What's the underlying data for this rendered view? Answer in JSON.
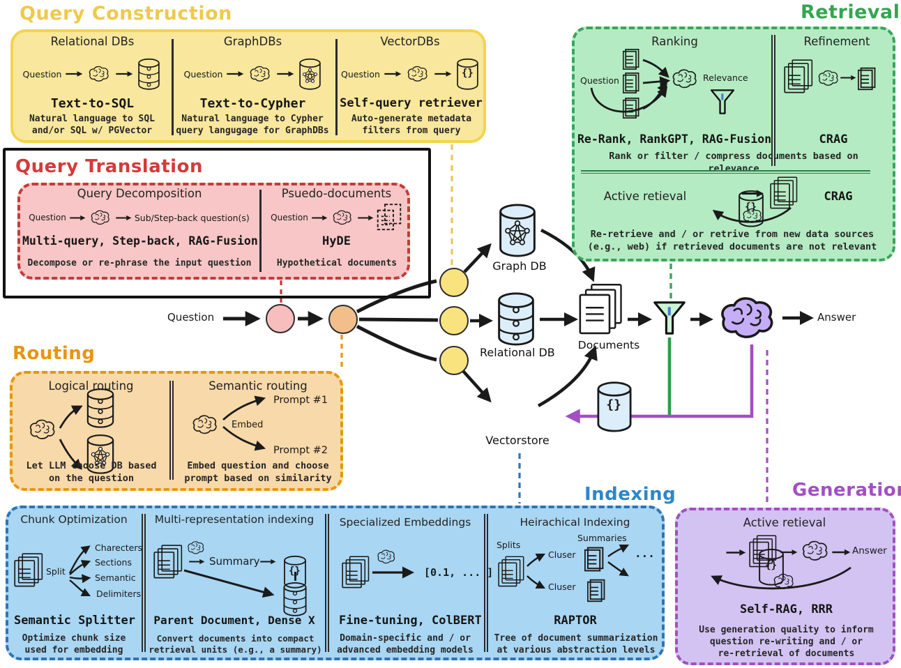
{
  "palette": {
    "yellow_title": "#EFC94C",
    "red_title": "#D63939",
    "orange_title": "#E8950F",
    "green_title": "#35A552",
    "blue_title": "#2E86C9",
    "purple_title": "#A34FC4",
    "yellow_fill": "#F8E79C",
    "red_fill": "#F8C6C6",
    "orange_fill": "#F8D9A9",
    "green_fill": "#B4EBC3",
    "blue_fill": "#A9D6F2",
    "purple_fill": "#D2C3F2",
    "pink_node": "#F8BEBE",
    "orange_node": "#F2BF8B",
    "yellow_node": "#F8E37E",
    "brain_fill": "#C5AEF7",
    "db_fill": "#DCEEF9",
    "green_line": "#2F9E44",
    "purple_line": "#A34FC4",
    "blue_line": "#2F74B5"
  },
  "common": {
    "question": "Question",
    "braces": "{}"
  },
  "center": {
    "question": "Question",
    "graph_db": "Graph DB",
    "relational_db": "Relational DB",
    "vectorstore": "Vectorstore",
    "documents": "Documents",
    "answer": "Answer"
  },
  "query_construction": {
    "title": "Query Construction",
    "columns": [
      {
        "title": "Relational DBs",
        "label": "Text-to-SQL",
        "caption": "Natural language to SQL\nand/or SQL w/ PGVector"
      },
      {
        "title": "GraphDBs",
        "label": "Text-to-Cypher",
        "caption": "Natural language to Cypher\nquery langugage for GraphDBs"
      },
      {
        "title": "VectorDBs",
        "label": "Self-query retriever",
        "caption": "Auto-generate metadata\nfilters from query"
      }
    ]
  },
  "query_translation": {
    "title": "Query Translation",
    "columns": [
      {
        "title": "Query Decomposition",
        "output": "Sub/Step-back question(s)",
        "label": "Multi-query, Step-back, RAG-Fusion",
        "caption": "Decompose or re-phrase the input question"
      },
      {
        "title": "Psuedo-documents",
        "label": "HyDE",
        "caption": "Hypothetical documents"
      }
    ]
  },
  "routing": {
    "title": "Routing",
    "logical": {
      "title": "Logical routing",
      "caption": "Let LLM choose DB based\non the question"
    },
    "semantic": {
      "title": "Semantic routing",
      "embed": "Embed",
      "prompt1": "Prompt #1",
      "prompt2": "Prompt #2",
      "caption": "Embed question and choose\nprompt based on similarity"
    }
  },
  "indexing": {
    "title": "Indexing",
    "columns": [
      {
        "title": "Chunk Optimization",
        "split": "Split",
        "targets": [
          "Charecters",
          "Sections",
          "Semantic",
          "Delimiters"
        ],
        "label": "Semantic Splitter",
        "caption": "Optimize chunk size\nused for embedding"
      },
      {
        "title": "Multi-representation indexing",
        "summary": "Summary",
        "label": "Parent Document, Dense X",
        "caption": "Convert documents into compact\nretrieval units (e.g., a summary)"
      },
      {
        "title": "Specialized Embeddings",
        "vector": "[0.1, ... ]",
        "label": "Fine-tuning, ColBERT",
        "caption": "Domain-specific and / or\nadvanced embedding models"
      },
      {
        "title": "Heirachical Indexing",
        "splits": "Splits",
        "cluster_a": "Cluser",
        "cluster_b": "Cluser",
        "summaries": "Summaries",
        "more": "...",
        "label": "RAPTOR",
        "caption": "Tree of document summarization\nat various abstraction levels"
      }
    ]
  },
  "retrieval": {
    "title": "Retrieval",
    "ranking": {
      "title": "Ranking",
      "relevance": "Relevance",
      "label": "Re-Rank, RankGPT, RAG-Fusion"
    },
    "refinement": {
      "title": "Refinement",
      "label": "CRAG"
    },
    "caption": "Rank or filter / compress documents based on relevance",
    "active": {
      "title": "Active retieval",
      "label": "CRAG",
      "caption": "Re-retrieve and / or retrive from new data sources\n(e.g., web) if retrieved documents are not relevant"
    }
  },
  "generation": {
    "title": "Generation",
    "subtitle": "Active retieval",
    "answer": "Answer",
    "label": "Self-RAG, RRR",
    "caption": "Use generation quality to inform\nquestion re-writing and / or\nre-retrieval of documents"
  }
}
